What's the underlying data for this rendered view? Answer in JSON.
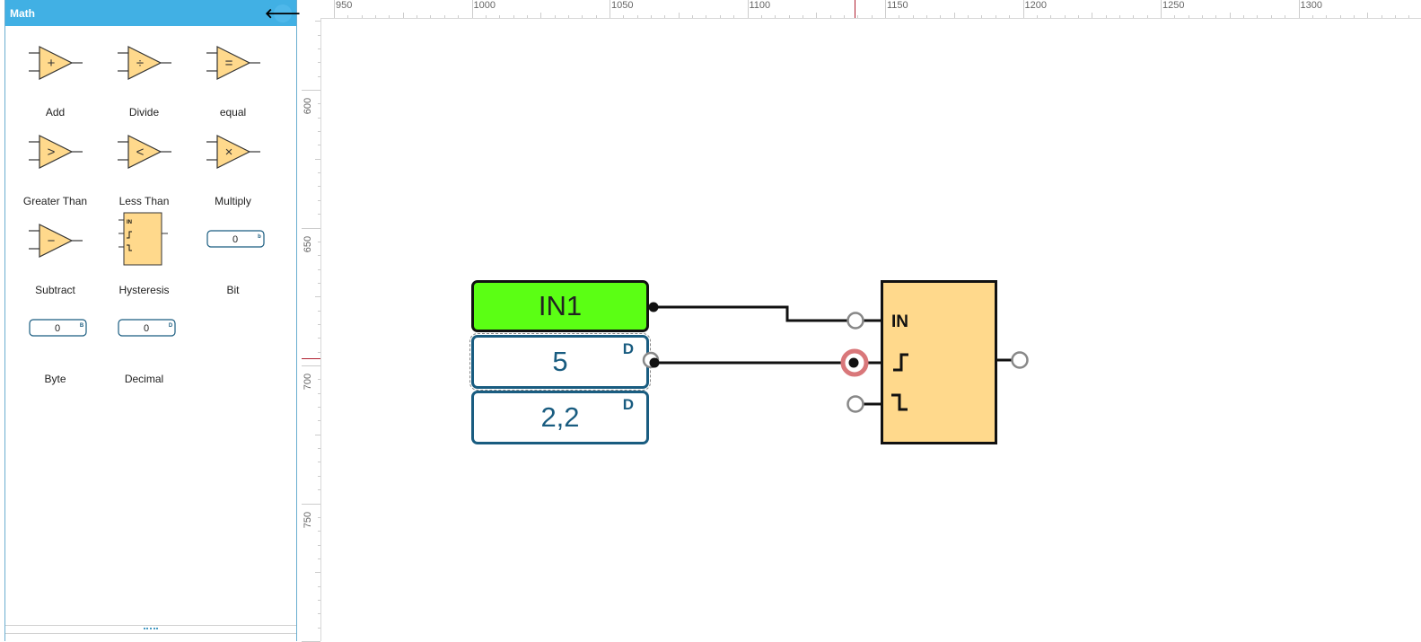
{
  "panel": {
    "title": "Math",
    "back_icon": "arrow-left-icon",
    "tools": [
      {
        "label": "Add",
        "symbol": "+",
        "kind": "triangle"
      },
      {
        "label": "Divide",
        "symbol": "÷",
        "kind": "triangle"
      },
      {
        "label": "equal",
        "symbol": "=",
        "kind": "triangle"
      },
      {
        "label": "Greater Than",
        "symbol": ">",
        "kind": "triangle"
      },
      {
        "label": "Less Than",
        "symbol": "<",
        "kind": "triangle"
      },
      {
        "label": "Multiply",
        "symbol": "×",
        "kind": "triangle"
      },
      {
        "label": "Subtract",
        "symbol": "−",
        "kind": "triangle"
      },
      {
        "label": "Hysteresis",
        "symbol": "IN",
        "kind": "hysteresis"
      },
      {
        "label": "Bit",
        "symbol": "0",
        "badge": "b",
        "kind": "value"
      },
      {
        "label": "Byte",
        "symbol": "0",
        "badge": "B",
        "kind": "value"
      },
      {
        "label": "Decimal",
        "symbol": "0",
        "badge": "D",
        "kind": "value"
      }
    ]
  },
  "rulers": {
    "horizontal": [
      "950",
      "1000",
      "1050",
      "1100",
      "1150",
      "1200",
      "1250",
      "1300"
    ],
    "vertical": [
      "600",
      "650",
      "700",
      "750"
    ]
  },
  "canvas": {
    "input_node": {
      "label": "IN1",
      "color": "#5bff14"
    },
    "value_nodes": [
      {
        "value": "5",
        "badge": "D",
        "selected": true
      },
      {
        "value": "2,2",
        "badge": "D",
        "selected": false
      }
    ],
    "hysteresis_block": {
      "input_label": "IN",
      "ports": [
        "IN",
        "rising-edge",
        "falling-edge"
      ],
      "fill": "#ffd98c"
    },
    "highlight_color": "#d9777a"
  }
}
